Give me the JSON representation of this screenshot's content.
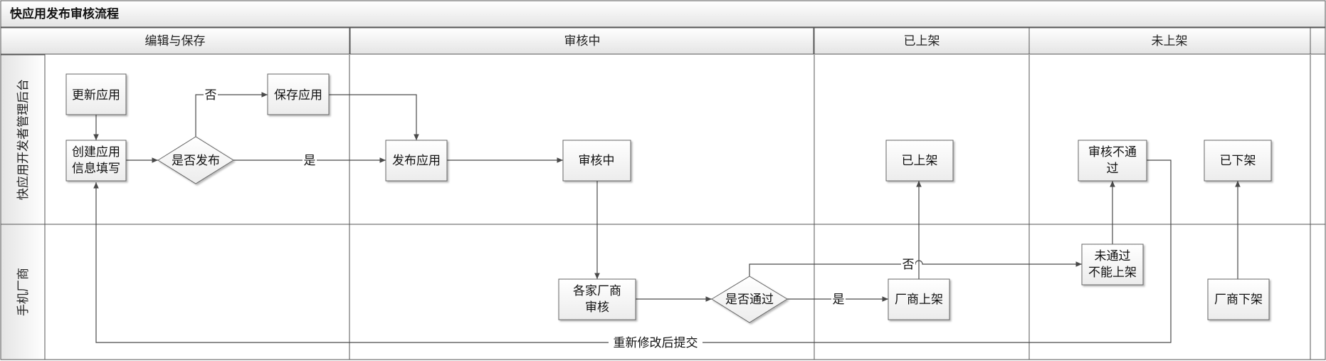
{
  "title": "快应用发布审核流程",
  "columns": [
    "编辑与保存",
    "审核中",
    "已上架",
    "未上架"
  ],
  "rows": [
    "快应用开发者管理后台",
    "手机厂商"
  ],
  "nodes": {
    "update_app": "更新应用",
    "create_app": [
      "创建应用",
      "信息填写"
    ],
    "publish_decision": "是否发布",
    "save_app": "保存应用",
    "publish_app": "发布应用",
    "under_review": "审核中",
    "listed": "已上架",
    "review_failed": [
      "审核不通",
      "过"
    ],
    "delisted": "已下架",
    "vendor_review": [
      "各家厂商",
      "审核"
    ],
    "pass_decision": "是否通过",
    "vendor_list": "厂商上架",
    "not_passed": [
      "未通过",
      "不能上架"
    ],
    "vendor_delist": "厂商下架"
  },
  "edge_labels": {
    "no_save": "否",
    "yes_publish": "是",
    "yes_pass": "是",
    "no_pass": "否",
    "resubmit": "重新修改后提交"
  },
  "colors": {
    "header_top": "#ffffff",
    "header_bottom": "#e4e4e4",
    "box_top": "#ffffff",
    "box_bottom": "#ececec",
    "line": "#4a4a4a"
  }
}
